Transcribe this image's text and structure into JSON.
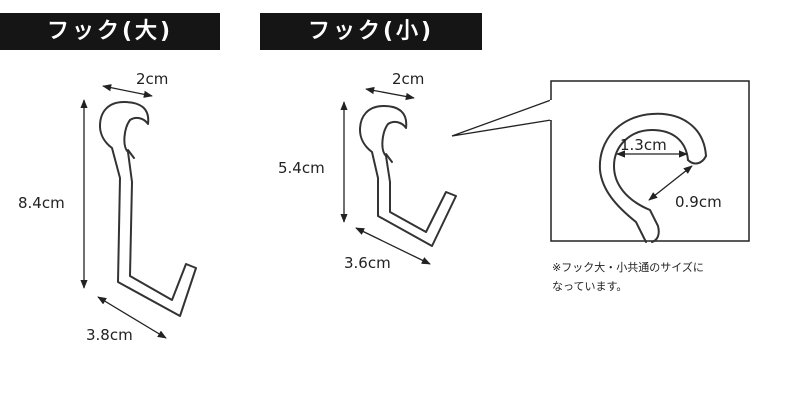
{
  "titles": {
    "large": "フック(大)",
    "small": "フック(小)"
  },
  "dimensions": {
    "large_top_width": "2cm",
    "large_height": "8.4cm",
    "large_bottom_length": "3.8cm",
    "small_top_width": "2cm",
    "small_height": "5.4cm",
    "small_bottom_length": "3.6cm",
    "hook_inner_diameter": "1.3cm",
    "hook_opening": "0.9cm"
  },
  "note": {
    "line1": "※フック大・小共通のサイズに",
    "line2": "なっています。"
  },
  "colors": {
    "title_bar": "#151515",
    "line": "#222222"
  }
}
